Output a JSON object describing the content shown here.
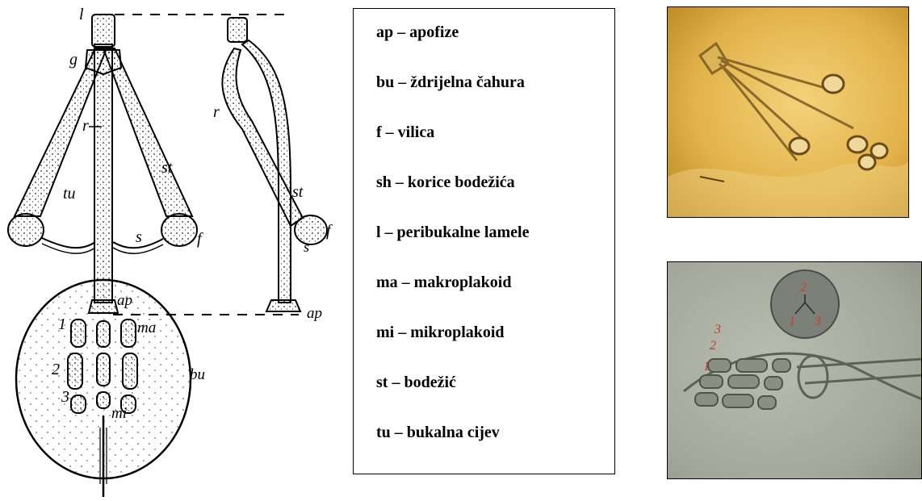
{
  "legend": {
    "items": [
      "ap – apofize",
      "bu – ždrijelna čahura",
      "f – vilica",
      "sh – korice bodežića",
      "l  – peribukalne lamele",
      "ma – makroplakoid",
      "mi – mikroplakoid",
      "st – bodežić",
      "tu – bukalna cijev"
    ]
  },
  "drawing": {
    "labels": {
      "l": "l",
      "g": "g",
      "r": "r",
      "st": "st",
      "tu": "tu",
      "s": "s",
      "f": "f",
      "ap": "ap",
      "ma": "ma",
      "bu": "bu",
      "mi": "mi",
      "n1": "1",
      "n2": "2",
      "n3": "3",
      "side_r": "r",
      "side_st": "st",
      "side_f": "f",
      "side_s": "s",
      "side_ap": "ap"
    }
  },
  "photo_bottom": {
    "inset_labels": {
      "a": "2",
      "b": "1",
      "c": "3"
    },
    "row_labels": {
      "a": "3",
      "b": "2",
      "c": "1"
    }
  }
}
